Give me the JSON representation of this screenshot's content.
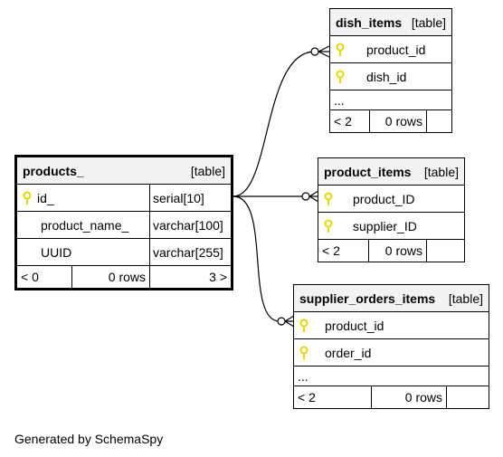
{
  "tables": [
    {
      "name": "dish_items",
      "type_label": "[table]",
      "rows": [
        {
          "column": "product_id",
          "key": true
        },
        {
          "column": "dish_id",
          "key": true
        }
      ],
      "more": "...",
      "footer": [
        "< 2",
        "0 rows",
        ""
      ]
    },
    {
      "name": "product_items",
      "type_label": "[table]",
      "rows": [
        {
          "column": "product_ID",
          "key": true
        },
        {
          "column": "supplier_ID",
          "key": true
        }
      ],
      "footer": [
        "< 2",
        "0 rows",
        ""
      ]
    },
    {
      "name": "supplier_orders_items",
      "type_label": "[table]",
      "rows": [
        {
          "column": "product_id",
          "key": true
        },
        {
          "column": "order_id",
          "key": true
        }
      ],
      "more": "...",
      "footer": [
        "< 2",
        "0 rows",
        ""
      ]
    }
  ],
  "main_table": {
    "name": "products_",
    "type_label": "[table]",
    "rows": [
      {
        "column": "id_",
        "type": "serial[10]",
        "key": true
      },
      {
        "column": "product_name_",
        "type": "varchar[100]",
        "key": false
      },
      {
        "column": "UUID",
        "type": "varchar[255]",
        "key": false
      }
    ],
    "footer": [
      "< 0",
      "0 rows",
      "3 >"
    ]
  },
  "credit": "Generated by SchemaSpy",
  "colors": {
    "key": "#e6d800",
    "header_bg": "#f3f3f3",
    "line": "#000000"
  }
}
